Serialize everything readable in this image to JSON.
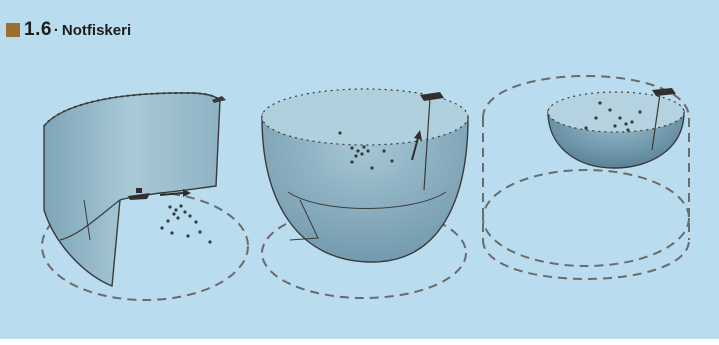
{
  "figure": {
    "number": "1.6",
    "separator": "·",
    "title": "Notfiskeri",
    "colors": {
      "background": "#b9dcee",
      "marker": "#9c6f2e",
      "net_fill": "#9fc0cf",
      "net_line": "#3b3b3b",
      "dashed_outline": "#6b6b6b"
    },
    "panels": [
      {
        "id": "panel-1",
        "stage": "net being set in a ring around the fish school"
      },
      {
        "id": "panel-2",
        "stage": "net closed into a bowl beneath the school"
      },
      {
        "id": "panel-3",
        "stage": "net hauled in, fish concentrated in a small bag"
      }
    ]
  }
}
